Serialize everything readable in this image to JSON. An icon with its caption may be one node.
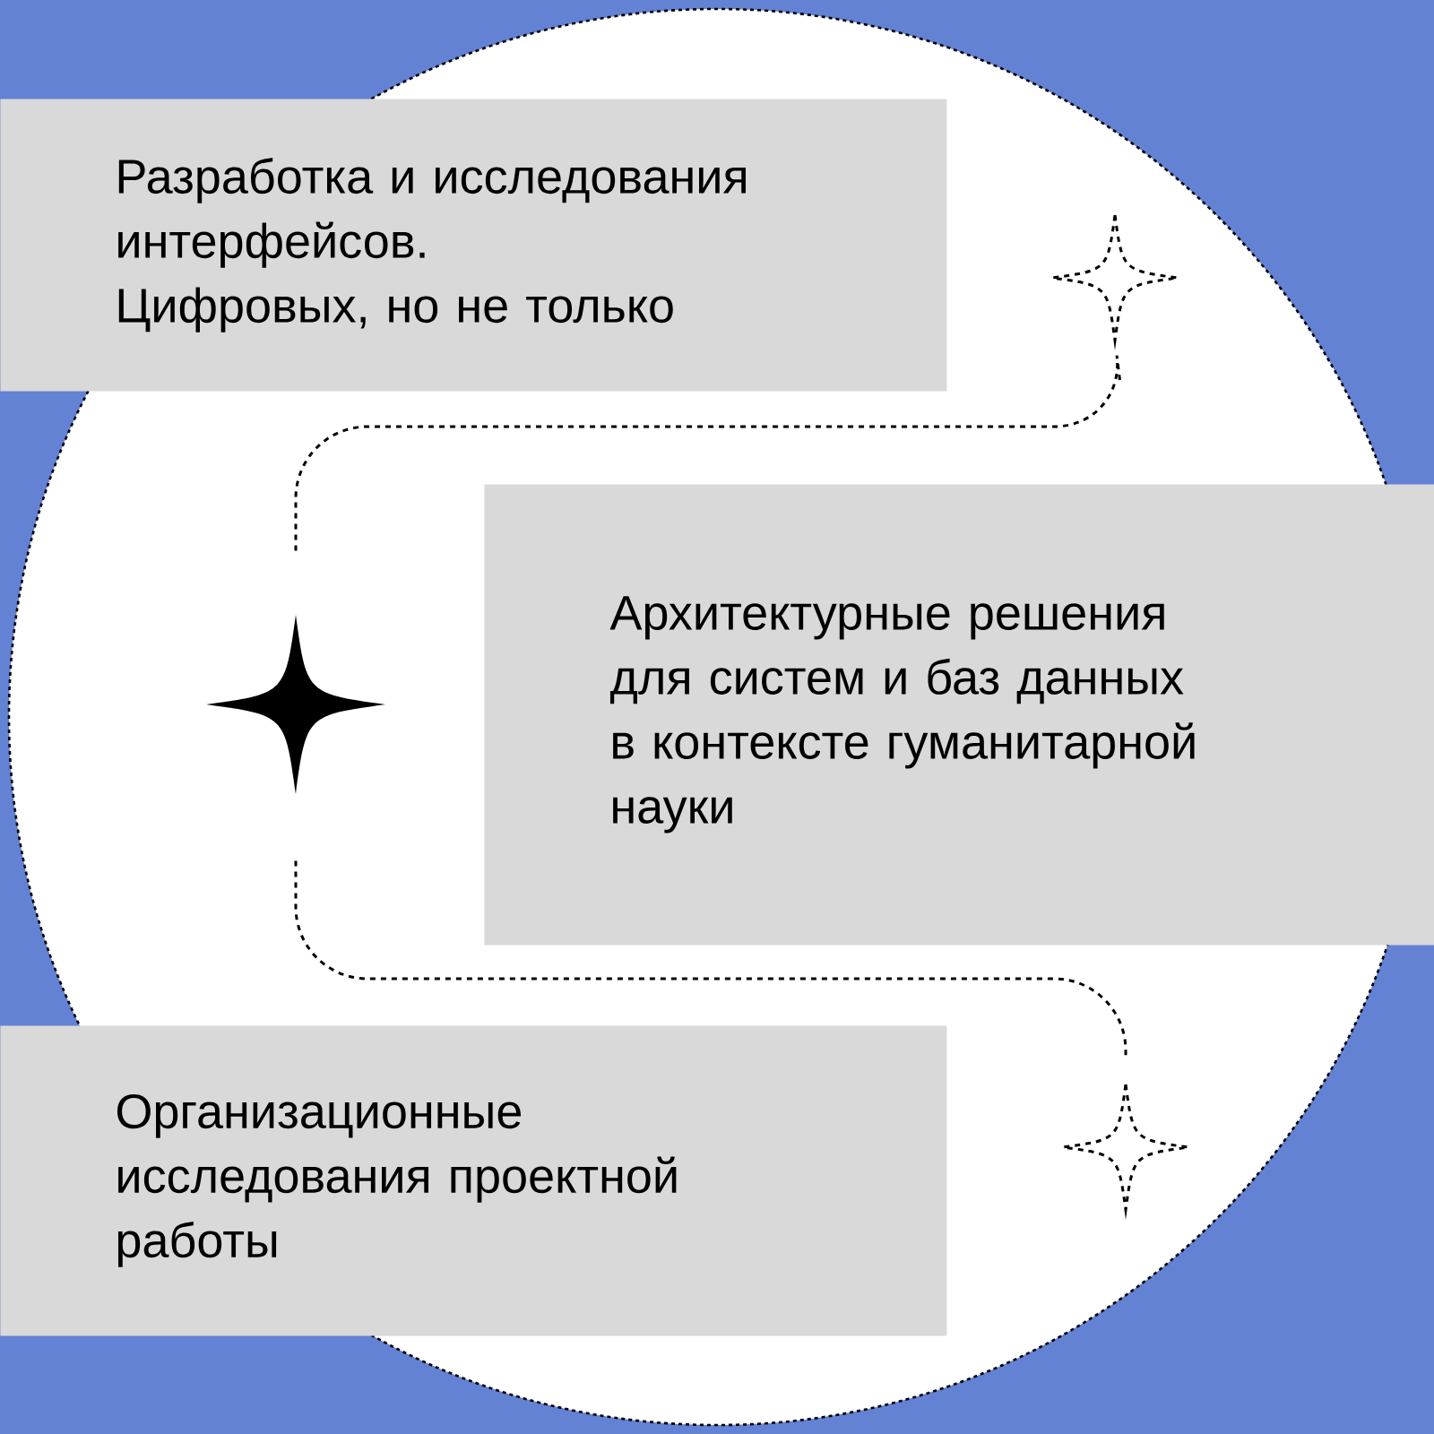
{
  "diagram": {
    "nodes": [
      {
        "text": [
          "Разработка и исследования интерфейсов.",
          "Цифровых, но не только"
        ]
      },
      {
        "text": [],
        "shape": "star"
      },
      {
        "text": [],
        "shape": "star"
      },
      {
        "text": [
          "Архитектурные решения для систем и баз данных в контексте гуманитарной науки"
        ]
      },
      {
        "text": [
          "Организационные исследования проектной работы"
        ]
      },
      {
        "text": [],
        "shape": "star"
      }
    ],
    "edges": [
      {
        "from": 1,
        "to": 2,
        "arrow": "none",
        "style": "dashed"
      },
      {
        "from": 2,
        "to": 5,
        "arrow": "none",
        "style": "dashed"
      }
    ]
  }
}
